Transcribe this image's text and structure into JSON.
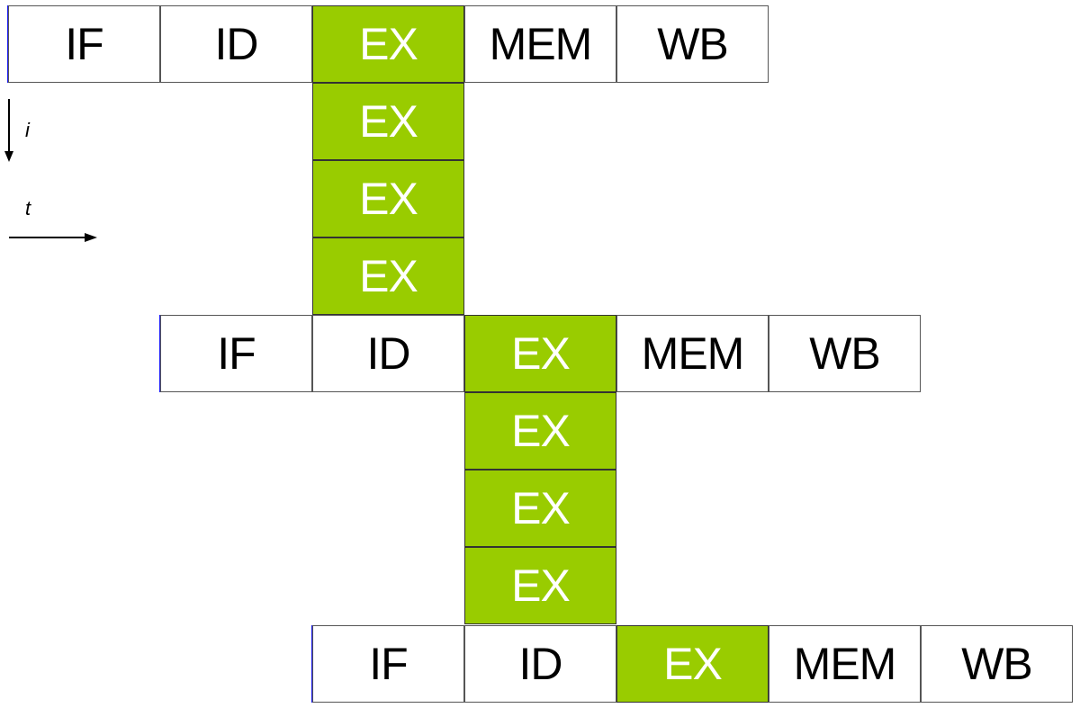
{
  "stage_colors": {
    "normal_fill": "#ffffff",
    "ex_fill": "#99cc00",
    "ex_text": "#ffffff",
    "start_marker": "#1a1aff"
  },
  "instructions": [
    {
      "stages": [
        "IF",
        "ID",
        "EX",
        "MEM",
        "WB"
      ],
      "extra_ex": [
        "EX",
        "EX",
        "EX"
      ]
    },
    {
      "stages": [
        "IF",
        "ID",
        "EX",
        "MEM",
        "WB"
      ],
      "extra_ex": [
        "EX",
        "EX",
        "EX"
      ]
    },
    {
      "stages": [
        "IF",
        "ID",
        "EX",
        "MEM",
        "WB"
      ],
      "extra_ex": []
    }
  ],
  "axes": {
    "instruction_label": "i",
    "time_label": "t"
  }
}
